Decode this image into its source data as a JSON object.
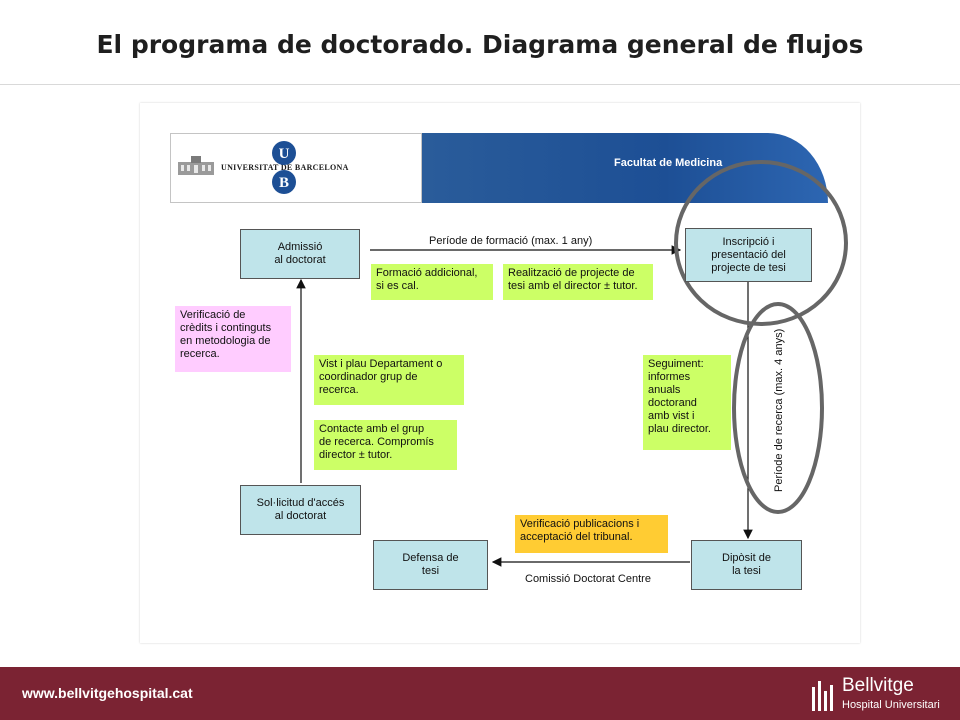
{
  "slide": {
    "title": "El programa de doctorado. Diagrama general de flujos"
  },
  "banner": {
    "university": "UNIVERSITAT DE BARCELONA",
    "logo_letters": [
      "U",
      "B"
    ],
    "faculty": "Facultat de Medicina"
  },
  "diagram": {
    "nodes": {
      "admissio": "Admissió\nal doctorat",
      "inscripcio": "Inscripció i\npresentació del\nprojecte de tesi",
      "sollicitud": "Sol·licitud d'accés\nal doctorat",
      "defensa": "Defensa de\ntesi",
      "diposit": "Dipòsit de\nla tesi"
    },
    "notes": {
      "formacio_addicional": "Formació addicional,\nsi es cal.",
      "realitzacio": "Realització de projecte de\ntesi amb el director ± tutor.",
      "verificacio_credits": "Verificació de\ncrèdits i continguts\nen metodologia de\nrecerca.",
      "vist_plau": "Vist i plau Departament o\ncoordinador grup de\nrecerca.",
      "contacte": "Contacte amb el grup\nde recerca. Compromís\ndirector ± tutor.",
      "seguiment": "Seguiment:\ninformes\nanuals\ndoctorand\namb vist i\nplau director.",
      "verificacio_publicacions": "Verificació publicacions i\nacceptació del tribunal."
    },
    "edge_labels": {
      "periode_formacio": "Període de formació (max. 1 any)",
      "periode_recerca": "Període de recerca (max. 4 anys)",
      "comissio": "Comissió Doctorat Centre"
    },
    "highlight_color": "#666666"
  },
  "footer": {
    "url": "www.bellvitgehospital.cat",
    "brand_name": "Bellvitge",
    "brand_sub": "Hospital Universitari",
    "color": "#7b2333"
  }
}
